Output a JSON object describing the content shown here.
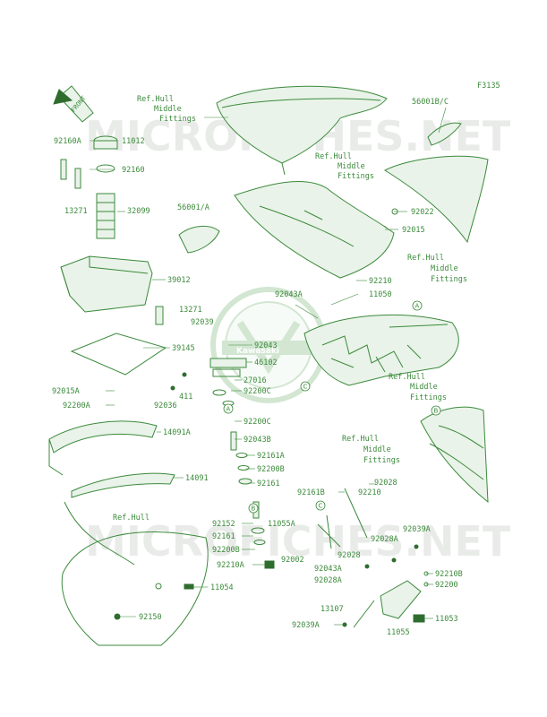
{
  "figure_code": "F3135",
  "front_label": "FRONT",
  "watermarks": [
    "MICROFICHES.NET",
    "MICROFICHES.NET"
  ],
  "logo_text": "Kawasaki",
  "ref_labels": {
    "hull_top": [
      "Ref.Hull",
      "Middle",
      "Fittings"
    ],
    "hull_right1": [
      "Ref.Hull",
      "Middle",
      "Fittings"
    ],
    "hull_right2": [
      "Ref.Hull",
      "Middle",
      "Fittings"
    ],
    "hull_center": [
      "Ref.Hull",
      "Middle",
      "Fittings"
    ],
    "hull_lower": [
      "Ref.Hull",
      "Middle",
      "Fittings"
    ],
    "hull_bottom": [
      "Ref.Hull"
    ]
  },
  "callouts": {
    "a1": "A",
    "a2": "A",
    "b1": "B",
    "b2": "B",
    "c1": "C",
    "c2": "C"
  },
  "parts": {
    "p92160A": "92160A",
    "p11012": "11012",
    "p92160": "92160",
    "p13271a": "13271",
    "p32099": "32099",
    "p56001A": "56001/A",
    "p56001BC": "56001B/C",
    "p92022": "92022",
    "p92015": "92015",
    "p39012": "39012",
    "p92043A": "92043A",
    "p92210a": "92210",
    "p11050": "11050",
    "p13271b": "13271",
    "p92039": "92039",
    "p39145": "39145",
    "p92043": "92043",
    "p46102": "46102",
    "p27016": "27016",
    "p92200C1": "92200C",
    "p411": "411",
    "p92036": "92036",
    "p92015A": "92015A",
    "p92200A": "92200A",
    "p92200C2": "92200C",
    "p14091A": "14091A",
    "p92043B": "92043B",
    "p92161A": "92161A",
    "p92200B1": "92200B",
    "p14091": "14091",
    "p92161a": "92161",
    "p92161B": "92161B",
    "p92210b": "92210",
    "p92028a": "92028",
    "p92152": "92152",
    "p11055A": "11055A",
    "p92161b": "92161",
    "p92200B2": "92200B",
    "p92210A": "92210A",
    "p92002": "92002",
    "p92028A1": "92028A",
    "p92039A1": "92039A",
    "p92028b": "92028",
    "p92043A2": "92043A",
    "p92028A2": "92028A",
    "p92210B": "92210B",
    "p92200": "92200",
    "p11054": "11054",
    "p13107": "13107",
    "p11053": "11053",
    "p92150": "92150",
    "p92039A2": "92039A",
    "p11055": "11055"
  }
}
